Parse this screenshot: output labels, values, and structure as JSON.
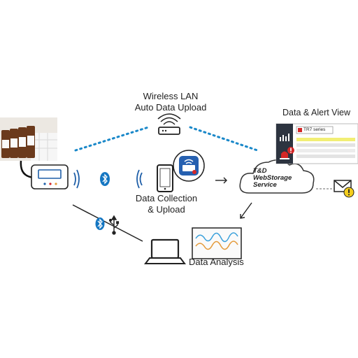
{
  "labels": {
    "wireless_line1": "Wireless LAN",
    "wireless_line2": "Auto Data Upload",
    "alert_view": "Data & Alert View",
    "collection_line1": "Data Collection",
    "collection_line2": "& Upload",
    "analysis": "Data Analysis",
    "cloud_line1": "T&D",
    "cloud_line2": "WebStorage",
    "cloud_line3": "Service",
    "series_tab": "TR7 series"
  },
  "colors": {
    "dotted_line": "#1a88c9",
    "bluetooth": "#1476c2",
    "signal_wave": "#1f5fa8",
    "line_dark": "#222222",
    "dashboard_dark": "#2d3440",
    "highlight_yellow": "#f2ef75",
    "alert_red": "#d42727",
    "chart_blue": "#3aa0db",
    "chart_orange": "#e49a3a"
  },
  "icons": [
    "bluetooth-icon",
    "usb-icon",
    "router-icon",
    "wifi-signal-icon",
    "mail-icon",
    "warning-icon",
    "alert-icon",
    "laptop-icon",
    "smartphone-icon",
    "cloud-icon"
  ]
}
